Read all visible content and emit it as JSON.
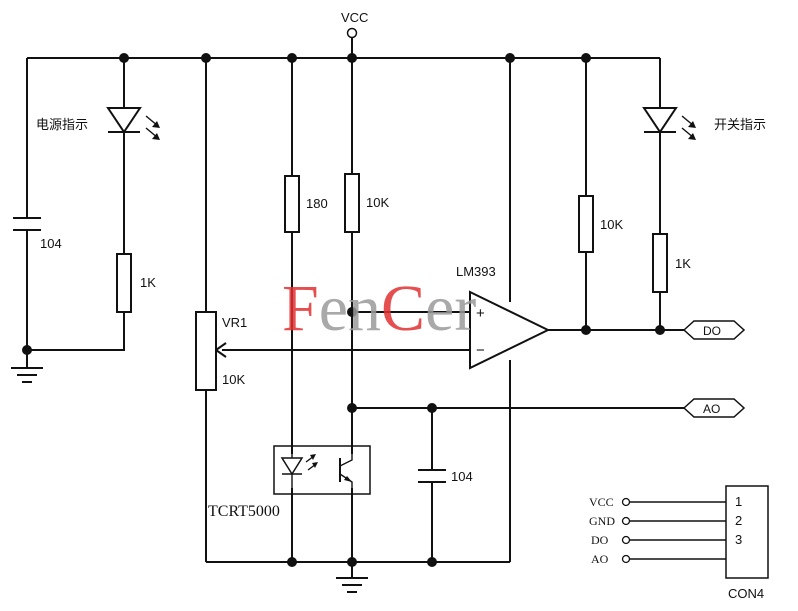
{
  "labels": {
    "vcc_top": "VCC",
    "power_led": "电源指示",
    "switch_led": "开关指示",
    "cap_left": "104",
    "res_led_left": "1K",
    "res_180": "180",
    "res_10k_mid": "10K",
    "res_10k_right": "10K",
    "res_led_right": "1K",
    "comparator": "LM393",
    "pot_name": "VR1",
    "pot_value": "10K",
    "sensor": "TCRT5000",
    "cap_right": "104",
    "out_do": "DO",
    "out_ao": "AO",
    "plus_sign": "+",
    "minus_sign": "−",
    "connector": "CON4"
  },
  "connector_pins": [
    {
      "name": "VCC",
      "number": "1"
    },
    {
      "name": "GND",
      "number": "2"
    },
    {
      "name": "DO",
      "number": "3"
    },
    {
      "name": "AO",
      "number": ""
    }
  ],
  "watermark": {
    "part1": "F",
    "part2": "en",
    "part3": "C",
    "part4": "er",
    "accent_color": "#e03030",
    "base_color": "#9a9a9a"
  }
}
